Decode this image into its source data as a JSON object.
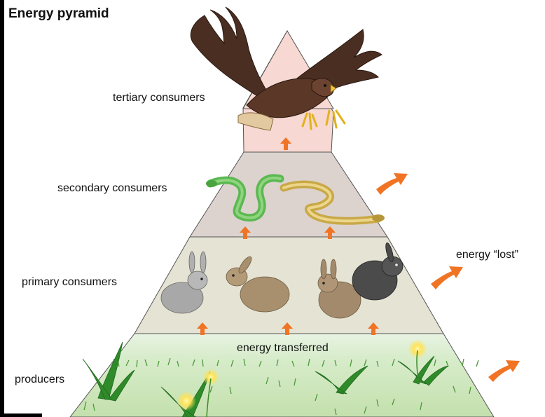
{
  "title": "Energy pyramid",
  "levels": {
    "tertiary": "tertiary consumers",
    "secondary": "secondary consumers",
    "primary": "primary consumers",
    "producers": "producers"
  },
  "annotations": {
    "transferred": "energy transferred",
    "lost": "energy “lost”"
  },
  "colors": {
    "tertiary": "#f7d8d2",
    "secondary": "#dcd3cf",
    "primary": "#e5e3d4",
    "producers_top": "#e6f2e1",
    "producers_grass": "#cfe6bd",
    "arrow": "#f07424"
  }
}
